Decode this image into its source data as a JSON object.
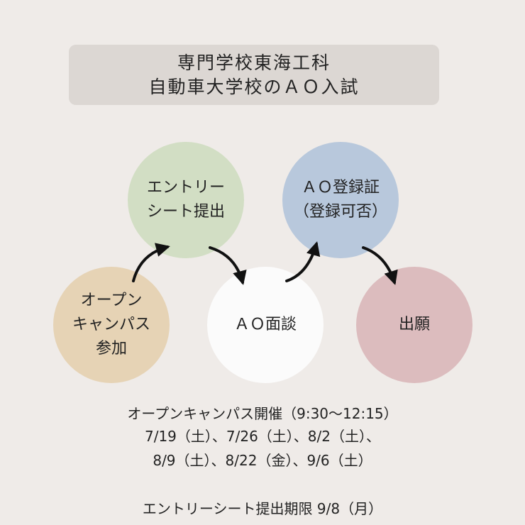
{
  "title": {
    "line1": "専門学校東海工科",
    "line2": "自動車大学校のＡＯ入試"
  },
  "nodes": {
    "open_campus": {
      "lines": [
        "オープン",
        "キャンパス",
        "参加"
      ],
      "color": "#e6d3b5"
    },
    "entry_sheet": {
      "lines": [
        "エントリー",
        "シート提出"
      ],
      "color": "#d2dec4"
    },
    "ao_interview": {
      "lines": [
        "ＡＯ面談"
      ],
      "color": "#fbfbfb"
    },
    "ao_registration": {
      "lines": [
        "ＡＯ登録証",
        "（登録可否）"
      ],
      "color": "#b8c8dc"
    },
    "application": {
      "lines": [
        "出願"
      ],
      "color": "#dcbcbe"
    }
  },
  "info": {
    "open_campus_schedule": "オープンキャンパス開催（9:30〜12:15）",
    "dates_line1": "7/19（土）、7/26（土）、8/2（土）、",
    "dates_line2": "8/9（土）、8/22（金）、9/6（土）",
    "entry_deadline": "エントリーシート提出期限 9/8（月）"
  }
}
